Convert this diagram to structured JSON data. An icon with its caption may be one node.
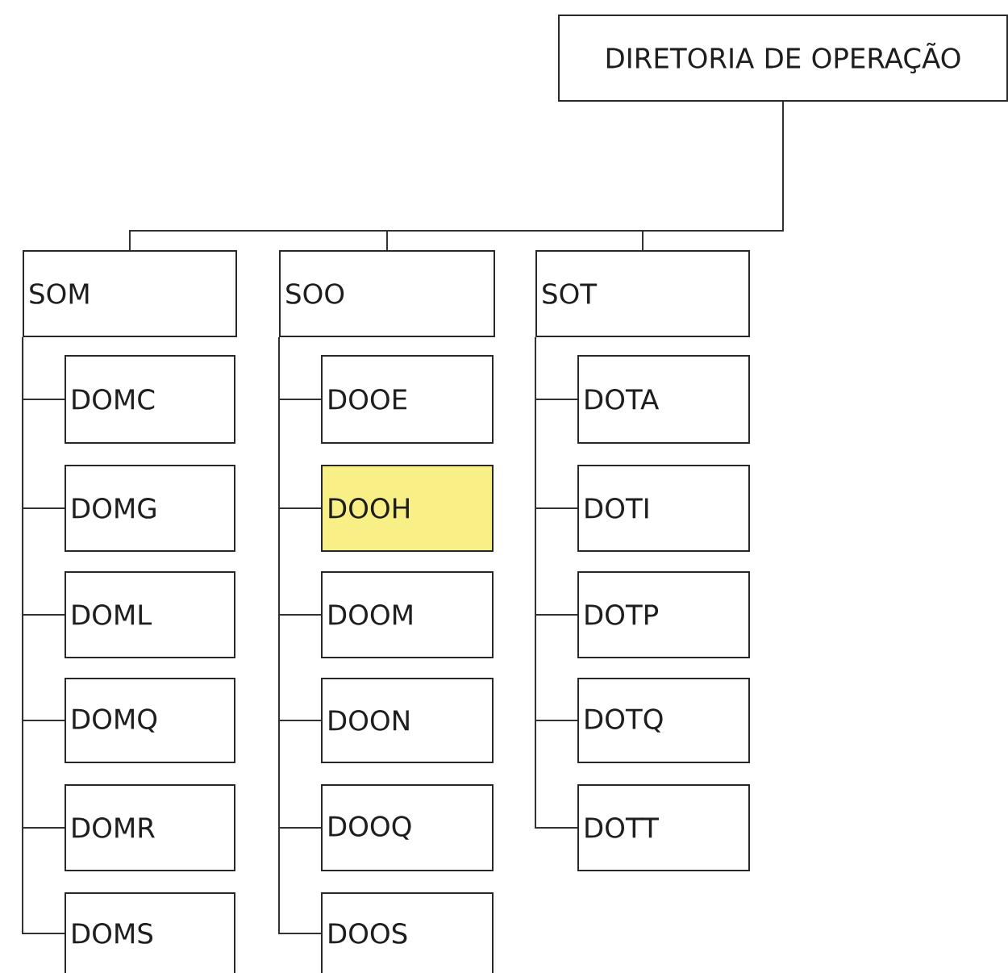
{
  "diagram": {
    "nodes": [
      {
        "text": [
          "DIRETORIA DE OPERAÇÃO"
        ]
      },
      {
        "text": [
          "SOM"
        ]
      },
      {
        "text": [
          "SOO"
        ]
      },
      {
        "text": [
          "SOT"
        ]
      },
      {
        "text": [
          "DOMC"
        ]
      },
      {
        "text": [
          "DOMG"
        ]
      },
      {
        "text": [
          "DOML"
        ]
      },
      {
        "text": [
          "DOMQ"
        ]
      },
      {
        "text": [
          "DOMR"
        ]
      },
      {
        "text": [
          "DOMS"
        ]
      },
      {
        "text": [
          "DOOE"
        ]
      },
      {
        "text": [
          "DOOH"
        ]
      },
      {
        "text": [
          "DOOM"
        ]
      },
      {
        "text": [
          "DOON"
        ]
      },
      {
        "text": [
          "DOOQ"
        ]
      },
      {
        "text": [
          "DOOS"
        ]
      },
      {
        "text": [
          "DOTA"
        ]
      },
      {
        "text": [
          "DOTI"
        ]
      },
      {
        "text": [
          "DOTP"
        ]
      },
      {
        "text": [
          "DOTQ"
        ]
      },
      {
        "text": [
          "DOTT"
        ]
      }
    ],
    "edges": [
      {
        "from": 0,
        "to": 1,
        "arrow": "none"
      },
      {
        "from": 0,
        "to": 2,
        "arrow": "none"
      },
      {
        "from": 0,
        "to": 3,
        "arrow": "none"
      },
      {
        "from": 1,
        "to": 4,
        "arrow": "none"
      },
      {
        "from": 1,
        "to": 5,
        "arrow": "none"
      },
      {
        "from": 1,
        "to": 6,
        "arrow": "none"
      },
      {
        "from": 1,
        "to": 7,
        "arrow": "none"
      },
      {
        "from": 1,
        "to": 8,
        "arrow": "none"
      },
      {
        "from": 1,
        "to": 9,
        "arrow": "none"
      },
      {
        "from": 2,
        "to": 10,
        "arrow": "none"
      },
      {
        "from": 2,
        "to": 11,
        "arrow": "none"
      },
      {
        "from": 2,
        "to": 12,
        "arrow": "none"
      },
      {
        "from": 2,
        "to": 13,
        "arrow": "none"
      },
      {
        "from": 2,
        "to": 14,
        "arrow": "none"
      },
      {
        "from": 2,
        "to": 15,
        "arrow": "none"
      },
      {
        "from": 3,
        "to": 16,
        "arrow": "none"
      },
      {
        "from": 3,
        "to": 17,
        "arrow": "none"
      },
      {
        "from": 3,
        "to": 18,
        "arrow": "none"
      },
      {
        "from": 3,
        "to": 19,
        "arrow": "none"
      },
      {
        "from": 3,
        "to": 20,
        "arrow": "none"
      }
    ]
  }
}
